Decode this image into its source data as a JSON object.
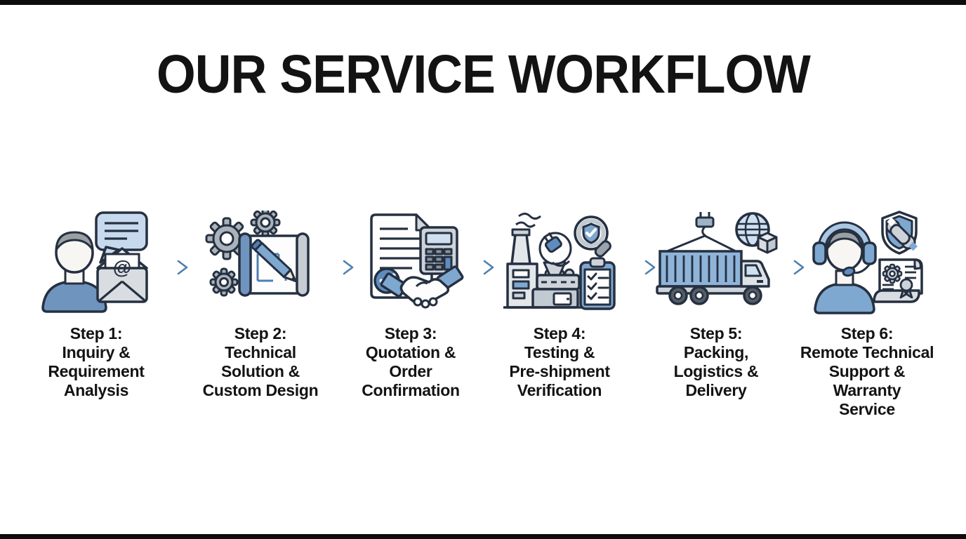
{
  "page": {
    "title": "OUR SERVICE WORKFLOW"
  },
  "colors": {
    "outline": "#253041",
    "accent_blue": "#4e80b0",
    "mid_blue": "#6f94bd",
    "soft_blue": "#7fa8d0",
    "light_blue": "#cfe0f0",
    "bubble_blue": "#c7daed",
    "container_blue": "#8fb4d8",
    "gray": "#aab3bb",
    "light_gray": "#d9dde1",
    "text": "#131313",
    "background": "#ffffff",
    "edge_bar": "#0d0d0d"
  },
  "steps": [
    {
      "name": "inquiry-requirement-analysis",
      "icon": "person-chat-email-icon",
      "lines": [
        "Step 1:",
        "Inquiry &",
        "Requirement",
        "Analysis"
      ]
    },
    {
      "name": "technical-solution-custom-design",
      "icon": "gears-blueprint-pencil-icon",
      "lines": [
        "Step 2:",
        "Technical",
        "Solution &",
        "Custom Design"
      ]
    },
    {
      "name": "quotation-order-confirmation",
      "icon": "document-calculator-handshake-icon",
      "lines": [
        "Step 3:",
        "Quotation &",
        "Order",
        "Confirmation"
      ]
    },
    {
      "name": "testing-preshipment-verification",
      "icon": "factory-magnifier-checklist-icon",
      "lines": [
        "Step 4:",
        "Testing &",
        "Pre-shipment",
        "Verification"
      ]
    },
    {
      "name": "packing-logistics-delivery",
      "icon": "container-truck-globe-icon",
      "lines": [
        "Step 5:",
        "Packing,",
        "Logistics &",
        "Delivery"
      ]
    },
    {
      "name": "remote-support-warranty",
      "icon": "support-agent-shield-certificate-icon",
      "lines": [
        "Step 6:",
        "Remote Technical",
        "Support &",
        "Warranty",
        "Service"
      ]
    }
  ]
}
